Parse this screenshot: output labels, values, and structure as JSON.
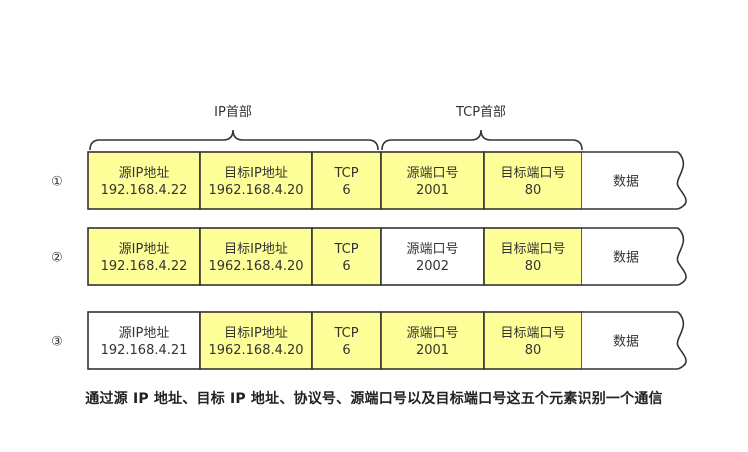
{
  "brackets": {
    "ip_header": "IP首部",
    "tcp_header": "TCP首部"
  },
  "rows": [
    {
      "marker": "①",
      "cells": [
        {
          "line1": "源IP地址",
          "line2": "192.168.4.22",
          "highlight": true
        },
        {
          "line1": "目标IP地址",
          "line2": "1962.168.4.20",
          "highlight": true
        },
        {
          "line1": "TCP",
          "line2": "6",
          "highlight": true
        },
        {
          "line1": "源端口号",
          "line2": "2001",
          "highlight": true
        },
        {
          "line1": "目标端口号",
          "line2": "80",
          "highlight": true
        }
      ],
      "payload": "数据"
    },
    {
      "marker": "②",
      "cells": [
        {
          "line1": "源IP地址",
          "line2": "192.168.4.22",
          "highlight": true
        },
        {
          "line1": "目标IP地址",
          "line2": "1962.168.4.20",
          "highlight": true
        },
        {
          "line1": "TCP",
          "line2": "6",
          "highlight": true
        },
        {
          "line1": "源端口号",
          "line2": "2002",
          "highlight": false
        },
        {
          "line1": "目标端口号",
          "line2": "80",
          "highlight": true
        }
      ],
      "payload": "数据"
    },
    {
      "marker": "③",
      "cells": [
        {
          "line1": "源IP地址",
          "line2": "192.168.4.21",
          "highlight": false
        },
        {
          "line1": "目标IP地址",
          "line2": "1962.168.4.20",
          "highlight": true
        },
        {
          "line1": "TCP",
          "line2": "6",
          "highlight": true
        },
        {
          "line1": "源端口号",
          "line2": "2001",
          "highlight": true
        },
        {
          "line1": "目标端口号",
          "line2": "80",
          "highlight": true
        }
      ],
      "payload": "数据"
    }
  ],
  "caption": "通过源 IP 地址、目标 IP 地址、协议号、源端口号以及目标端口号这五个元素识别一个通信",
  "colors": {
    "highlight": "#ffff99",
    "plain": "#ffffff",
    "stroke": "#333333",
    "text": "#333333"
  }
}
